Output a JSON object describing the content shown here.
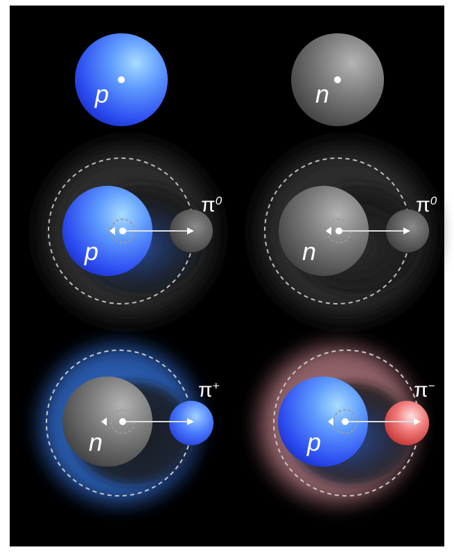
{
  "labels": {
    "proton": "p",
    "neutron": "n",
    "pion_symbol": "π",
    "pion_neutral_sup": "0",
    "pion_plus_sup": "+",
    "pion_minus_sup": "−"
  },
  "panels": [
    {
      "id": "free-proton",
      "nucleon": "p"
    },
    {
      "id": "free-neutron",
      "nucleon": "n"
    },
    {
      "id": "proton-pi0",
      "nucleon": "p",
      "pion": "π0"
    },
    {
      "id": "neutron-pi0",
      "nucleon": "n",
      "pion": "π0"
    },
    {
      "id": "neutron-piplus",
      "nucleon": "n",
      "pion": "π+"
    },
    {
      "id": "proton-piminus",
      "nucleon": "p",
      "pion": "π−"
    }
  ],
  "colors": {
    "background": "#000000",
    "border": "#ffffff",
    "proton": "#3f6bff",
    "neutron": "#7a7a7a",
    "pion_neutral": "#6e6e6e",
    "pion_plus": "#3f6bff",
    "pion_minus": "#e04a4a",
    "cloud_neutral": "#3a3a3a",
    "cloud_blue": "#3a78d8",
    "cloud_red": "#e08a8a",
    "orbit": "#bdbdbd"
  }
}
